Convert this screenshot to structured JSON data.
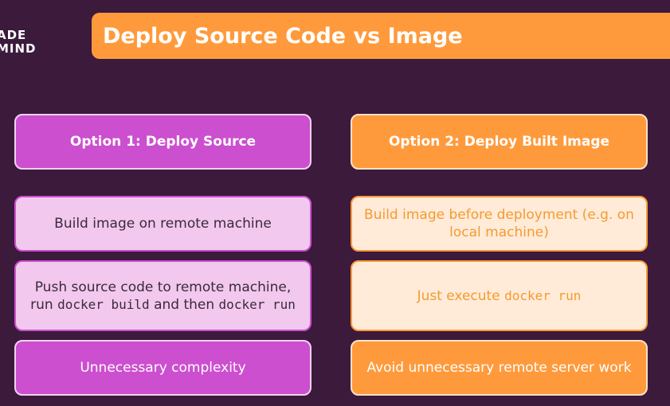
{
  "logo": {
    "line1": "ADE",
    "line2": "MIND"
  },
  "title": "Deploy Source Code vs Image",
  "left": {
    "header": "Option 1: Deploy Source",
    "row1": "Build image on remote machine",
    "row2": {
      "part1": "Push source code to remote machine, run ",
      "code1": "docker build",
      "part2": " and then ",
      "code2": "docker run"
    },
    "row3": "Unnecessary complexity"
  },
  "right": {
    "header": "Option 2: Deploy Built Image",
    "row1": "Build image before deployment (e.g. on local machine)",
    "row2": {
      "part1": "Just execute ",
      "code1": "docker run"
    },
    "row3": "Avoid unnecessary remote server work"
  },
  "colors": {
    "background": "#3b1a3c",
    "orange": "#ff9a3c",
    "purple": "#cc4fcf",
    "pink_light": "#f2c8ee",
    "orange_light": "#ffebd8"
  }
}
